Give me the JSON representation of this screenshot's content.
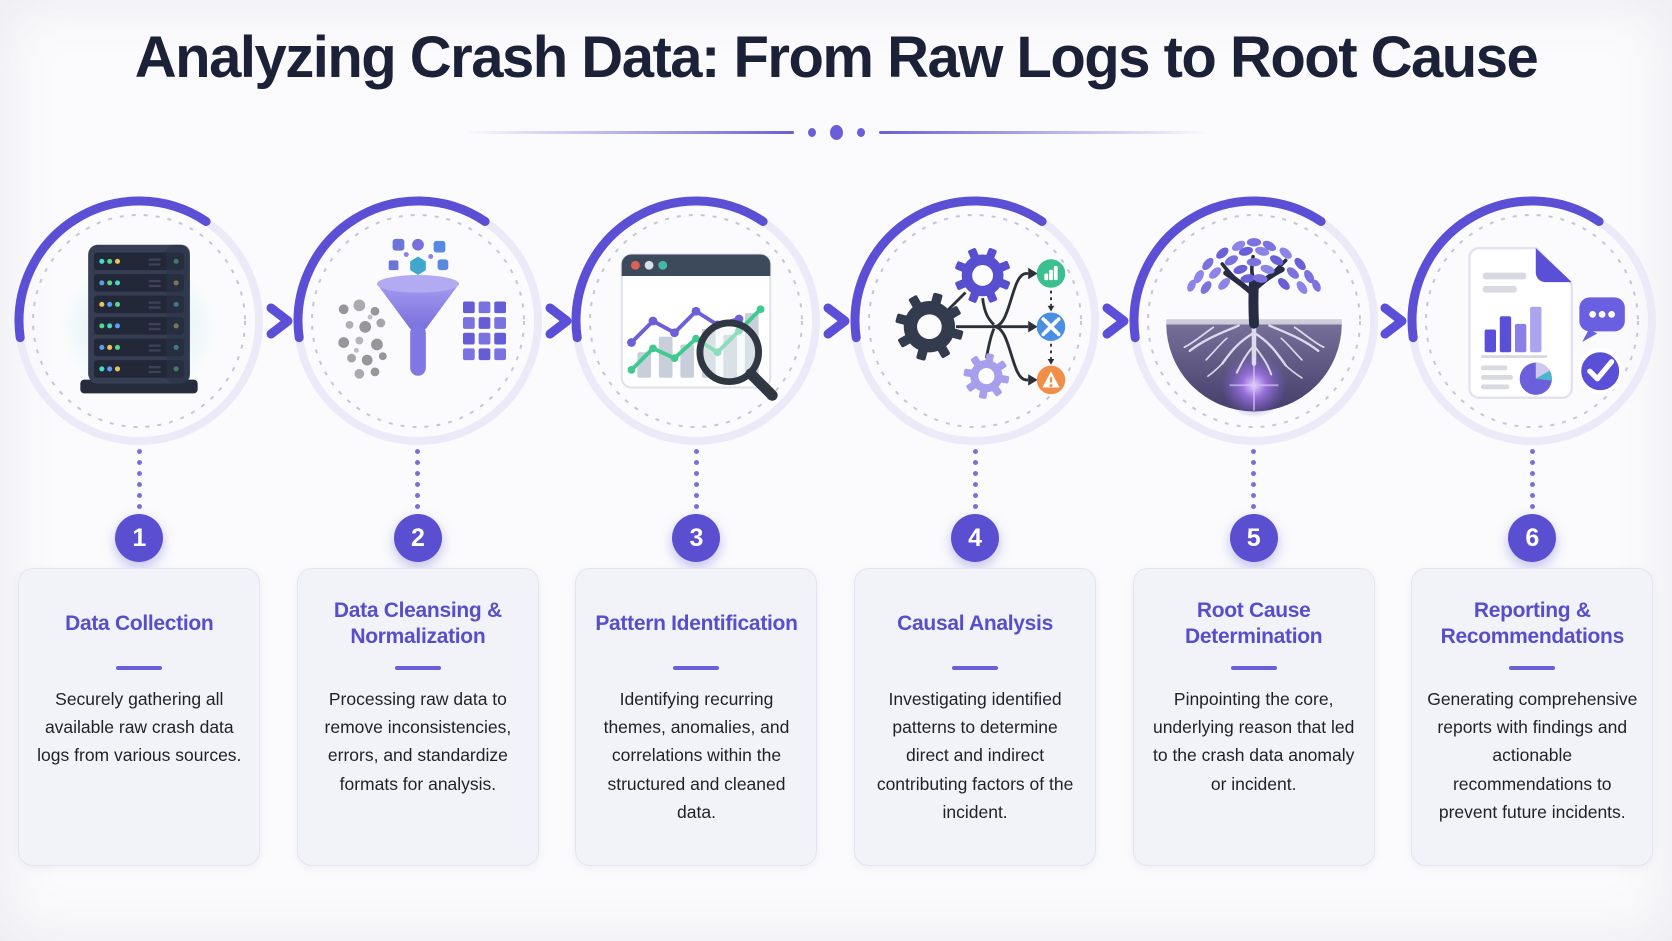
{
  "header": {
    "title": "Analyzing Crash Data: From Raw Logs to Root Cause"
  },
  "steps": [
    {
      "number": "1",
      "title": "Data Collection",
      "description": "Securely gathering all available raw crash data logs from various sources.",
      "icon": "server-rack"
    },
    {
      "number": "2",
      "title": "Data Cleansing & Normalization",
      "description": "Processing raw data to remove inconsistencies, errors, and standardize formats for analysis.",
      "icon": "data-funnel"
    },
    {
      "number": "3",
      "title": "Pattern Identification",
      "description": "Identifying recurring themes, anomalies, and correlations within the structured and cleaned data.",
      "icon": "chart-magnifier"
    },
    {
      "number": "4",
      "title": "Causal Analysis",
      "description": "Investigating identified patterns to determine direct and indirect contributing factors of the incident.",
      "icon": "gears-branching"
    },
    {
      "number": "5",
      "title": "Root Cause Determination",
      "description": "Pinpointing the core, underlying reason that led to the crash data anomaly or incident.",
      "icon": "tree-roots"
    },
    {
      "number": "6",
      "title": "Reporting & Recommendations",
      "description": "Generating comprehensive reports with findings and actionable recommendations to prevent future incidents.",
      "icon": "report-checklist"
    }
  ],
  "colors": {
    "accent_purple": "#5a4fd0",
    "arc_purple": "#5b4fd6",
    "heading_text": "#1b2136",
    "card_background": "#f2f2f9",
    "step_title_text": "#584ecb",
    "body_text": "#1f2129",
    "outcome_green": "#3cbf8f",
    "outcome_blue": "#4a90e2",
    "outcome_orange": "#f09048"
  }
}
